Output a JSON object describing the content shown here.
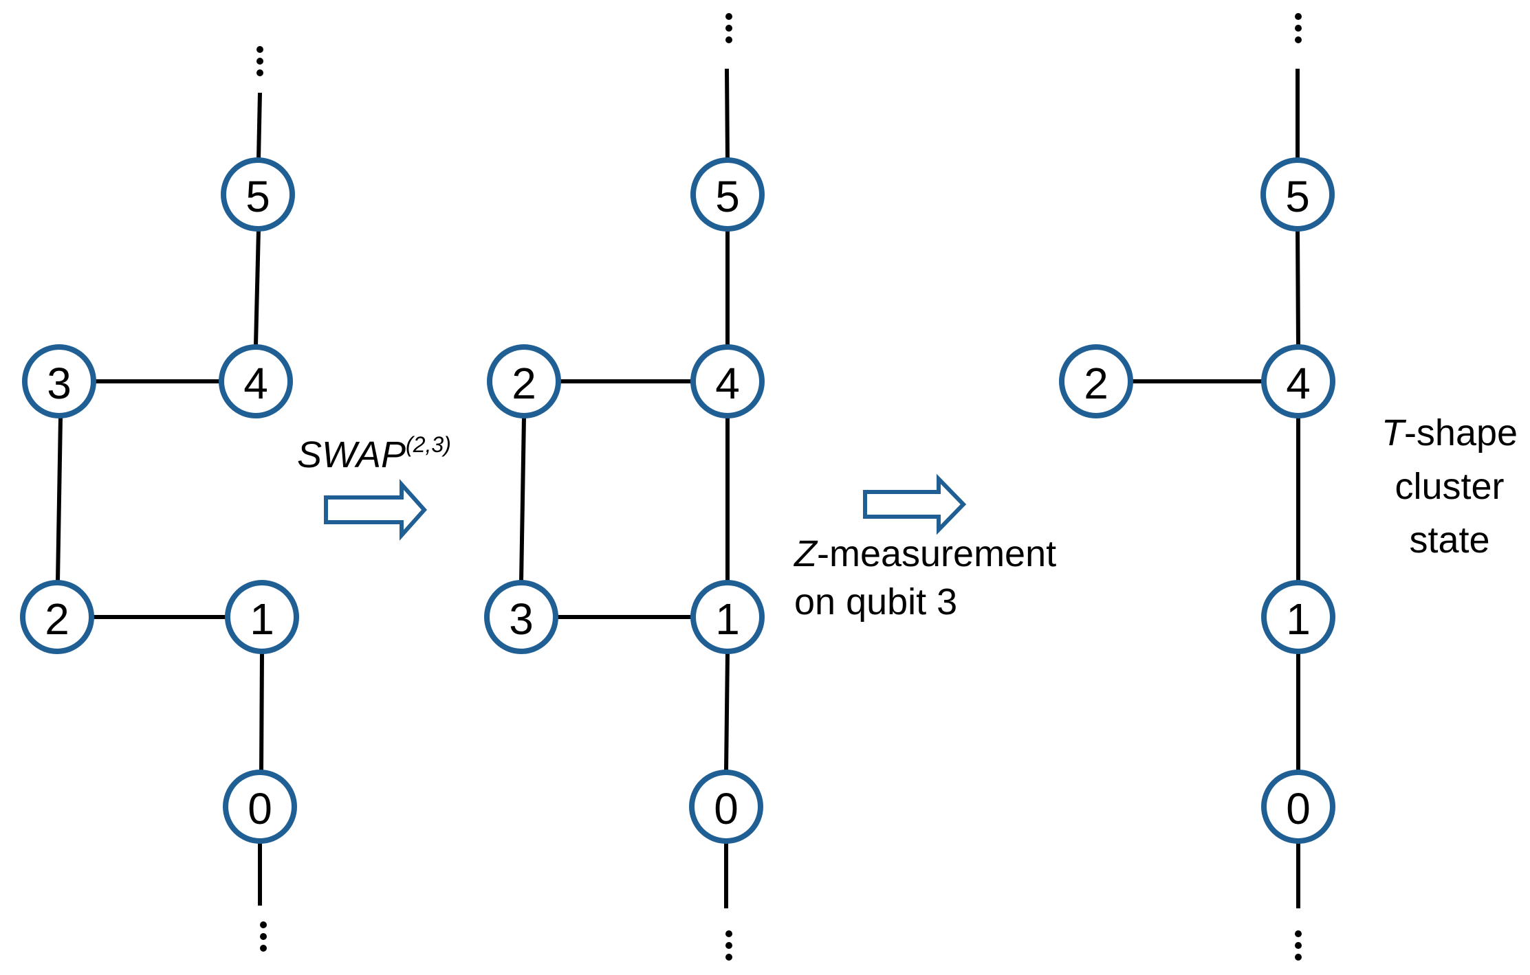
{
  "colors": {
    "node_stroke": "#1f5f94",
    "edge": "#000000",
    "arrow_stroke": "#1f5f94"
  },
  "ellipsis_symbol": "vertical-ellipsis",
  "panels": [
    {
      "id": "panel-1",
      "nodes": [
        "0",
        "1",
        "2",
        "3",
        "4",
        "5"
      ],
      "edges": [
        [
          "0",
          "1"
        ],
        [
          "1",
          "2"
        ],
        [
          "2",
          "3"
        ],
        [
          "3",
          "4"
        ],
        [
          "4",
          "5"
        ]
      ]
    },
    {
      "id": "panel-2",
      "nodes": [
        "0",
        "1",
        "2",
        "3",
        "4",
        "5"
      ],
      "edges": [
        [
          "0",
          "1"
        ],
        [
          "1",
          "3"
        ],
        [
          "3",
          "2"
        ],
        [
          "2",
          "4"
        ],
        [
          "4",
          "5"
        ],
        [
          "1",
          "4"
        ]
      ]
    },
    {
      "id": "panel-3",
      "nodes": [
        "0",
        "1",
        "2",
        "4",
        "5"
      ],
      "edges": [
        [
          "0",
          "1"
        ],
        [
          "1",
          "4"
        ],
        [
          "2",
          "4"
        ],
        [
          "4",
          "5"
        ]
      ]
    }
  ],
  "swap_label": {
    "main": "SWAP",
    "superscript": "(2,3)"
  },
  "measurement_label": {
    "italic_prefix": "Z",
    "line1_rest": "-measurement",
    "line2": "on qubit 3"
  },
  "result_label": {
    "italic_prefix": "T",
    "line1_rest": "-shape",
    "line2": "cluster",
    "line3": "state"
  }
}
